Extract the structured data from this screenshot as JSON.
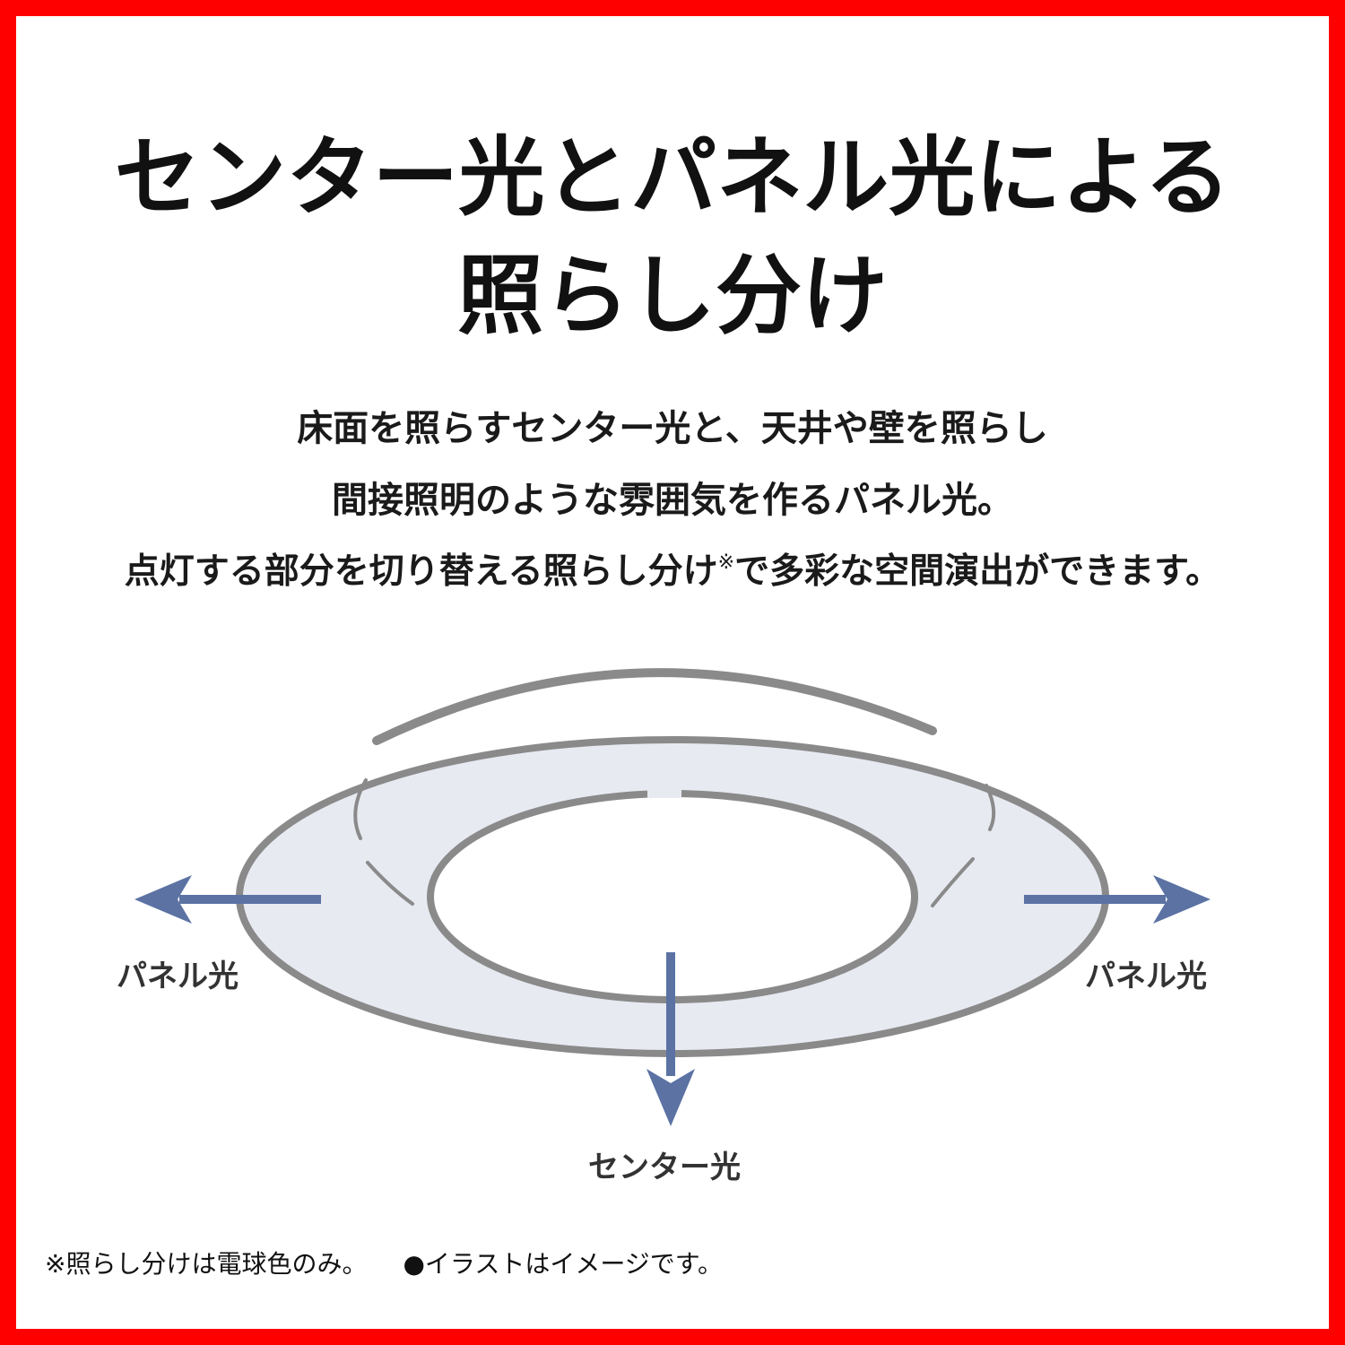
{
  "title": {
    "line1": "センター光とパネル光による",
    "line2": "照らし分け"
  },
  "description": {
    "line1": "床面を照らすセンター光と、天井や壁を照らし",
    "line2": "間接照明のような雰囲気を作るパネル光。",
    "line3_before": "点灯する部分を切り替える照らし分け",
    "line3_mark": "※",
    "line3_after": "で多彩な空間演出ができます。"
  },
  "diagram": {
    "label_left": "パネル光",
    "label_right": "パネル光",
    "label_bottom": "センター光",
    "colors": {
      "border": "#ff0000",
      "ring_fill": "#e8eaf2",
      "ring_stroke": "#8a8a8a",
      "arrow": "#5b72a3"
    }
  },
  "footnote": {
    "note": "※照らし分けは電球色のみ。",
    "image_note": "●イラストはイメージです。"
  }
}
